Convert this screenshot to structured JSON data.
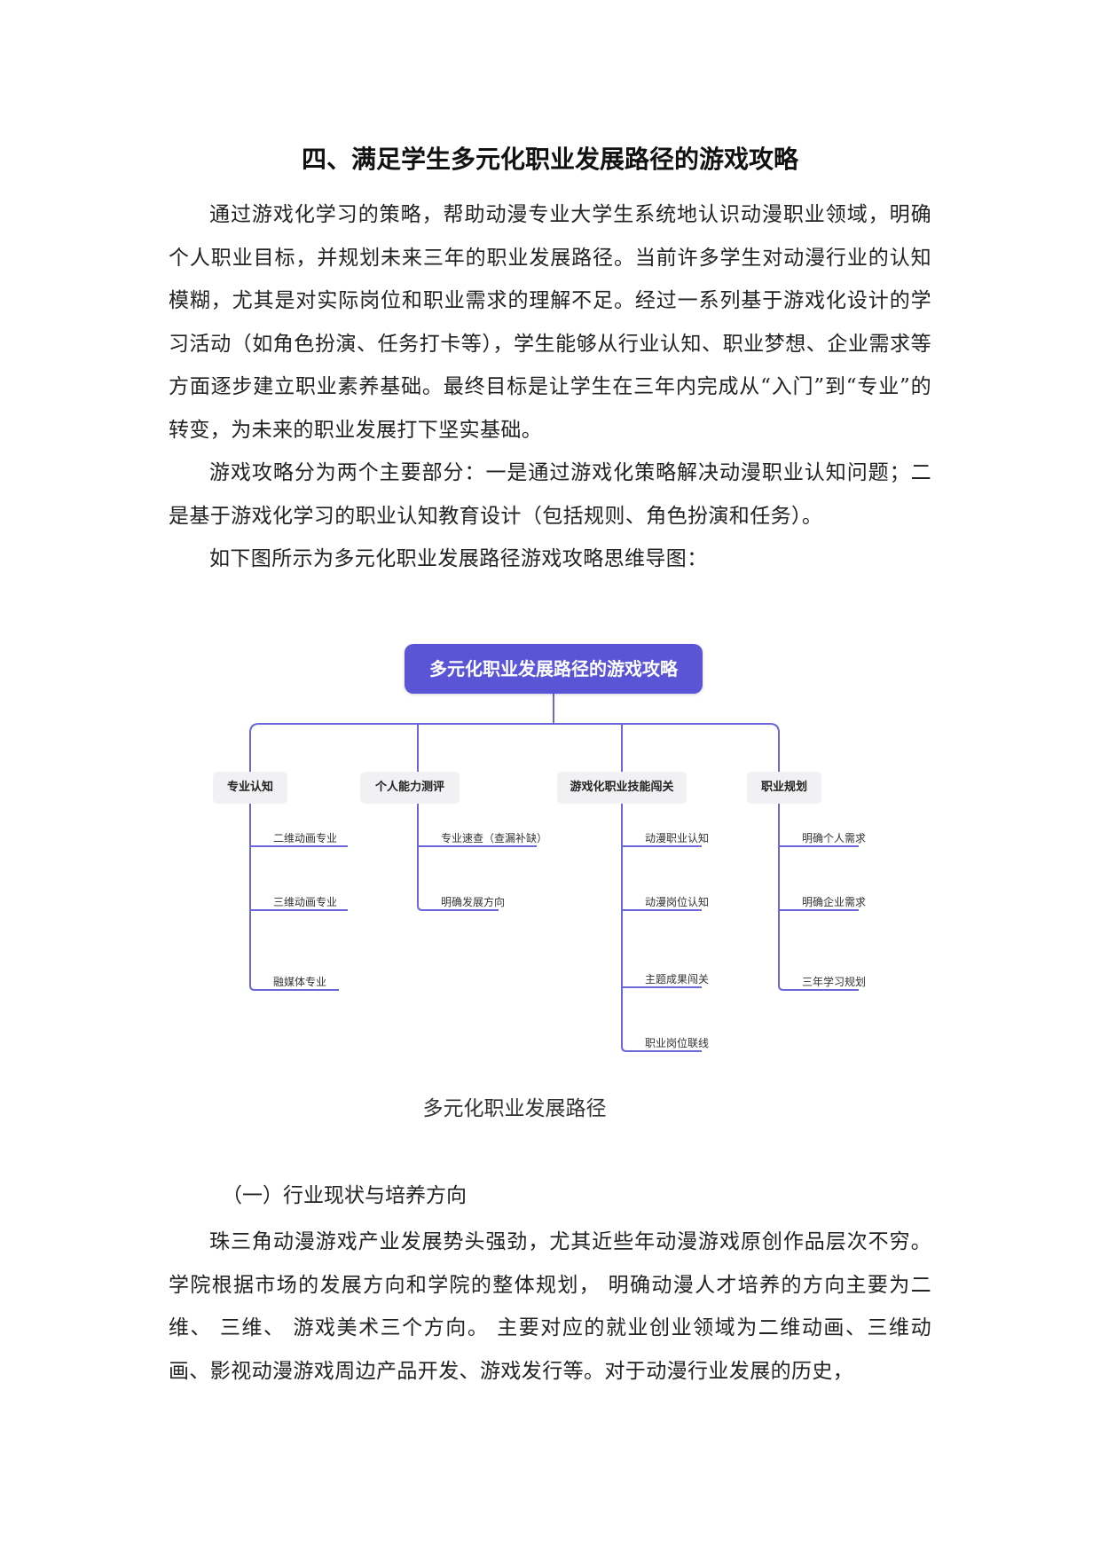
{
  "title": "四、满足学生多元化职业发展路径的游戏攻略",
  "paragraphs": [
    "通过游戏化学习的策略，帮助动漫专业大学生系统地认识动漫职业领域，明确个人职业目标，并规划未来三年的职业发展路径。当前许多学生对动漫行业的认知模糊，尤其是对实际岗位和职业需求的理解不足。经过一系列基于游戏化设计的学习活动（如角色扮演、任务打卡等），学生能够从行业认知、职业梦想、企业需求等方面逐步建立职业素养基础。最终目标是让学生在三年内完成从“入门”到“专业”的转变，为未来的职业发展打下坚实基础。",
    "游戏攻略分为两个主要部分：一是通过游戏化策略解决动漫职业认知问题；二是基于游戏化学习的职业认知教育设计（包括规则、角色扮演和任务）。",
    "如下图所示为多元化职业发展路径游戏攻略思维导图："
  ],
  "mindmap": {
    "root": "多元化职业发展路径的游戏攻略",
    "branches": [
      {
        "label": "专业认知",
        "children": [
          "二维动画专业",
          "三维动画专业",
          "融媒体专业"
        ]
      },
      {
        "label": "个人能力测评",
        "children": [
          "专业速查（查漏补缺）",
          "明确发展方向"
        ]
      },
      {
        "label": "游戏化职业技能闯关",
        "children": [
          "动漫职业认知",
          "动漫岗位认知",
          "主题成果闯关",
          "职业岗位联线"
        ]
      },
      {
        "label": "职业规划",
        "children": [
          "明确个人需求",
          "明确企业需求",
          "三年学习规划"
        ]
      }
    ],
    "colors": {
      "root": "#5a55d6",
      "line": "#6c67d9",
      "branch_bg": "#f1f1f4"
    }
  },
  "caption": "多元化职业发展路径",
  "section_heading": "（一）行业现状与培养方向",
  "section_paragraph": "珠三角动漫游戏产业发展势头强劲，尤其近些年动漫游戏原创作品层次不穷。学院根据市场的发展方向和学院的整体规划，  明确动漫人才培养的方向主要为二维、  三维、  游戏美术三个方向。  主要对应的就业创业领域为二维动画、三维动画、影视动漫游戏周边产品开发、游戏发行等。对于动漫行业发展的历史，"
}
